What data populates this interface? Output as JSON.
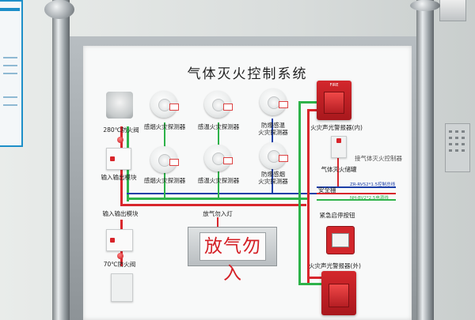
{
  "board": {
    "title": "气体灭火控制系统",
    "labels": {
      "valve_280": "280℃防火阀",
      "smoke_top": "感烟火灾探测器",
      "heat_top": "感温火灾探测器",
      "explosion_heat": "防爆感温\n火灾探测器",
      "alarm_inside": "火灾声光警报器(内)",
      "io_module_top": "输入输出模块",
      "smoke_bottom": "感烟火灾探测器",
      "heat_bottom": "感温火灾探测器",
      "explosion_smoke": "防爆感烟\n火灾探测器",
      "gas_extinguisher": "气体灭火储罐",
      "gas_control": "接气体灭火控制器",
      "safety_barrier": "安全栅",
      "wire_1": "ZR-RVS2*1.5控制总线",
      "wire_2": "NH-BV2*2.5电源线",
      "io_module_bottom": "输入输出模块",
      "no_entry_light": "放气勿入灯",
      "emergency_button": "紧急启停按钮",
      "valve_70": "70℃防火阀",
      "alarm_outside": "火灾声光警报器(外)"
    },
    "panel_text": "放气勿入",
    "alarm_brand": "FIRE"
  },
  "colors": {
    "wire_red": "#d8262c",
    "wire_green": "#2eb34a",
    "wire_blue": "#1c3fa8",
    "panel_text": "#d41f25"
  }
}
